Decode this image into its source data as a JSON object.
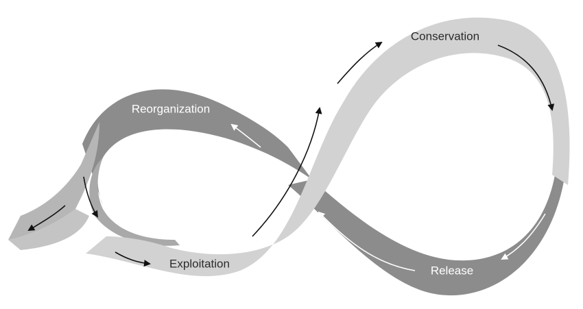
{
  "diagram": {
    "phases": [
      {
        "id": "conservation",
        "label": "Conservation"
      },
      {
        "id": "release",
        "label": "Release"
      },
      {
        "id": "reorganization",
        "label": "Reorganization"
      },
      {
        "id": "exploitation",
        "label": "Exploitation"
      }
    ]
  },
  "colors": {
    "light_band": "#d2d2d2",
    "dark_band": "#8c8c8c",
    "shadow": "#a9a9a9",
    "text_dark": "#2a2a2a",
    "text_light": "#ffffff",
    "arrow_dark": "#111111",
    "arrow_light": "#ffffff"
  }
}
